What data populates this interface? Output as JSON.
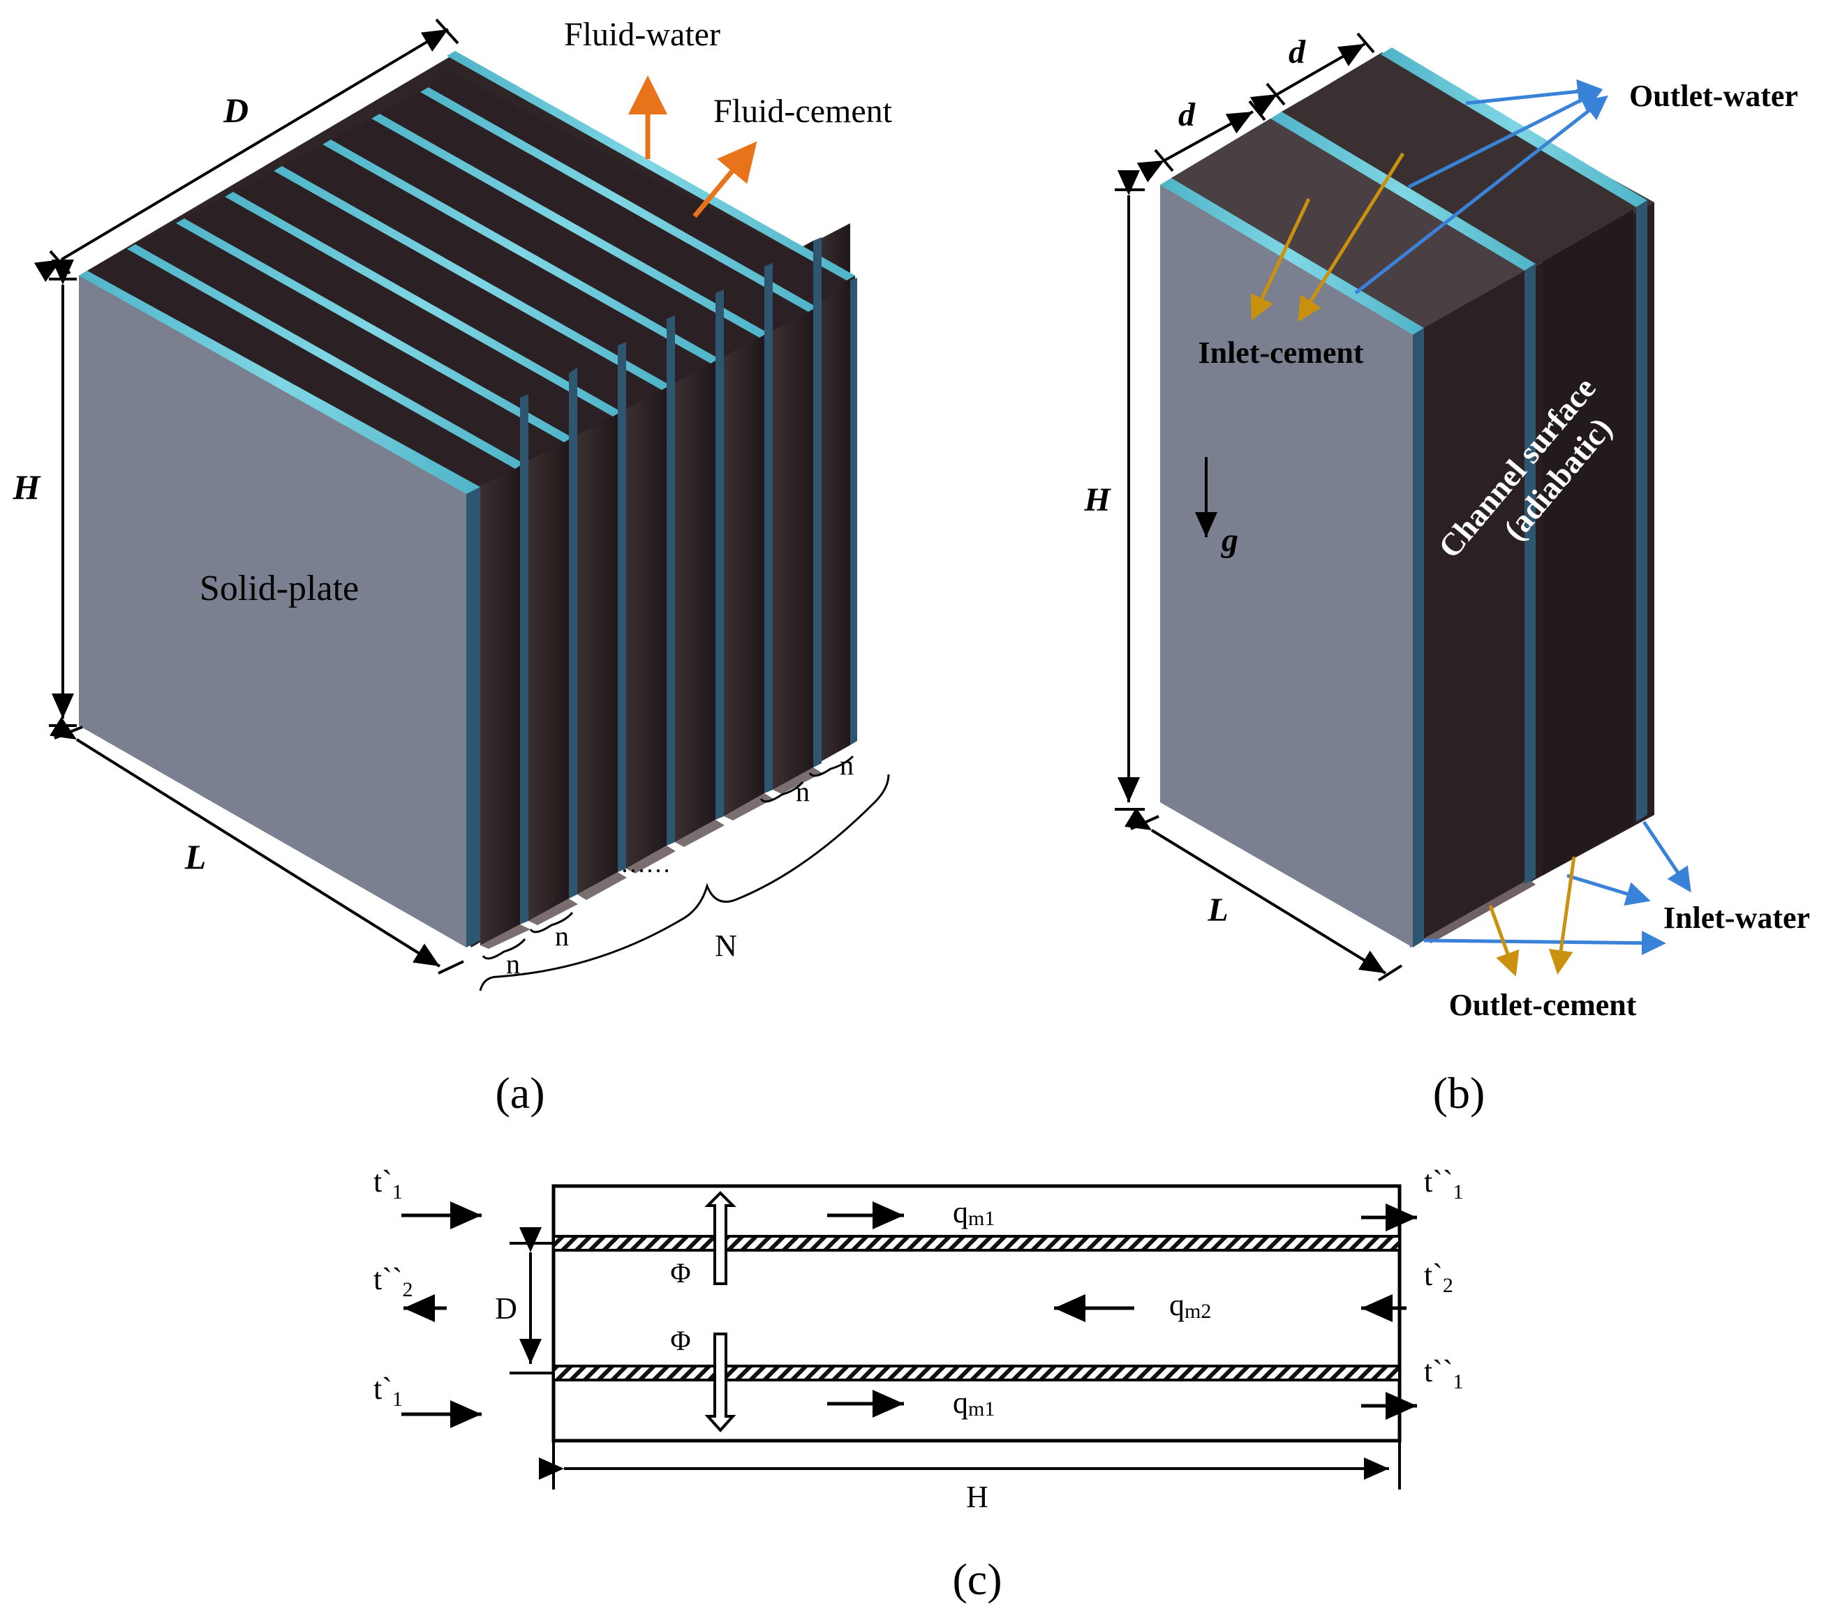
{
  "panel_a": {
    "caption": "(a)",
    "dim_D": "D",
    "dim_H": "H",
    "dim_L": "L",
    "label_water": "Fluid-water",
    "label_cement": "Fluid-cement",
    "label_plate": "Solid-plate",
    "n_label": "n",
    "N_label": "N",
    "ellipsis": "……"
  },
  "panel_b": {
    "caption": "(b)",
    "dim_d": "d",
    "dim_H": "H",
    "dim_L": "L",
    "gravity": "g",
    "outlet_water": "Outlet-water",
    "inlet_cement": "Inlet-cement",
    "inlet_water": "Inlet-water",
    "outlet_cement": "Outlet-cement",
    "channel_surface_1": "Channel surface",
    "channel_surface_2": "(adiabatic)"
  },
  "panel_c": {
    "caption": "(c)",
    "t1_in": "t`",
    "t1_in_sub": "1",
    "t1_out": "t``",
    "t1_out_sub": "1",
    "t2_in": "t`",
    "t2_in_sub": "2",
    "t2_out": "t``",
    "t2_out_sub": "2",
    "q": "q",
    "qm1_sub": "m1",
    "qm2_sub": "m2",
    "phi": "Φ",
    "dim_D": "D",
    "dim_H": "H"
  },
  "colors": {
    "channel_dark": "#2a1e22",
    "plate_grey": "#7b8090",
    "plate_edge": "#2e5670",
    "plate_top": "#5fc3d6",
    "water_arrow": "#3a82d8",
    "cement_arrow": "#c9910e",
    "orange_arrow": "#e8731a"
  }
}
